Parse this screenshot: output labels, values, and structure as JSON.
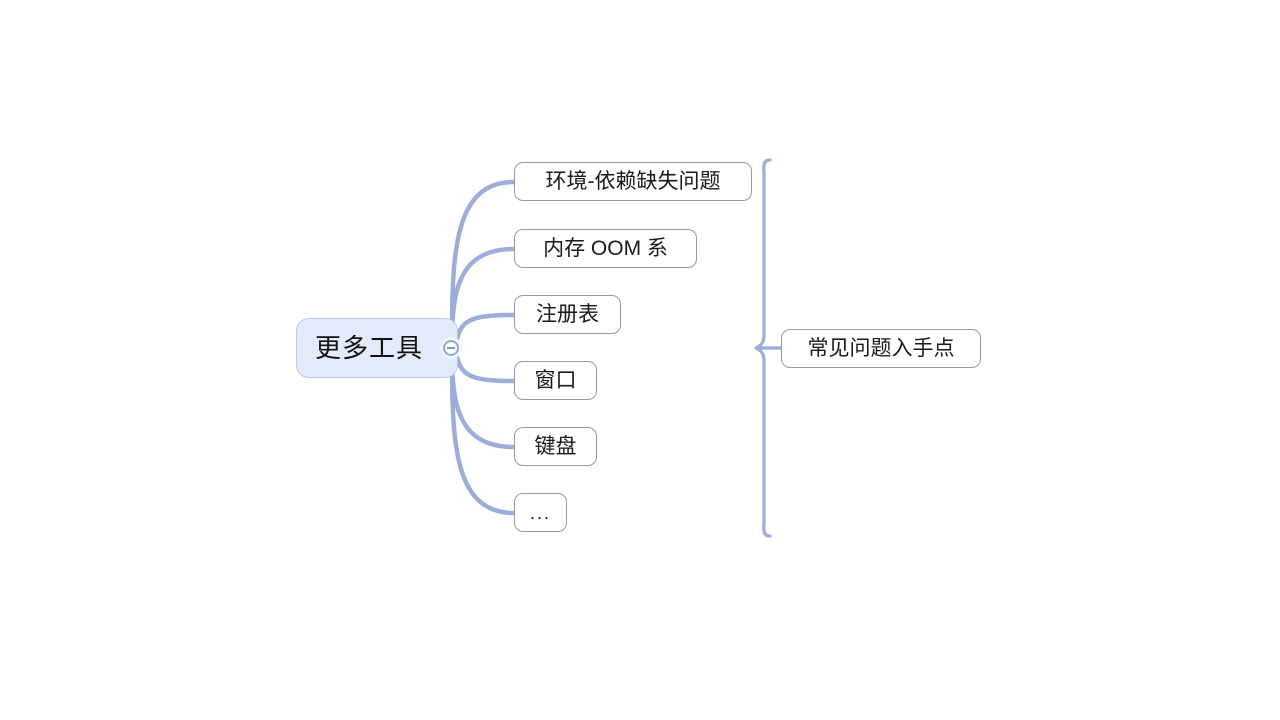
{
  "canvas": {
    "background_color": "#ffffff",
    "top_bar_color": "#000000",
    "connector_color": "#9badd8",
    "node_border_color": "#9a9a9a",
    "node_text_color": "#1a1a1a",
    "root_fill_color": "#e3ebfb",
    "root_border_color": "#b9c9e8"
  },
  "root": {
    "label": "更多工具",
    "collapse_icon": "minus-circle-icon"
  },
  "children": [
    {
      "label": "环境-依赖缺失问题"
    },
    {
      "label": "内存 OOM 系"
    },
    {
      "label": "注册表"
    },
    {
      "label": "窗口"
    },
    {
      "label": "键盘"
    },
    {
      "label": "..."
    }
  ],
  "summary": {
    "label": "常见问题入手点",
    "bracket_icon": "curly-brace-icon"
  }
}
